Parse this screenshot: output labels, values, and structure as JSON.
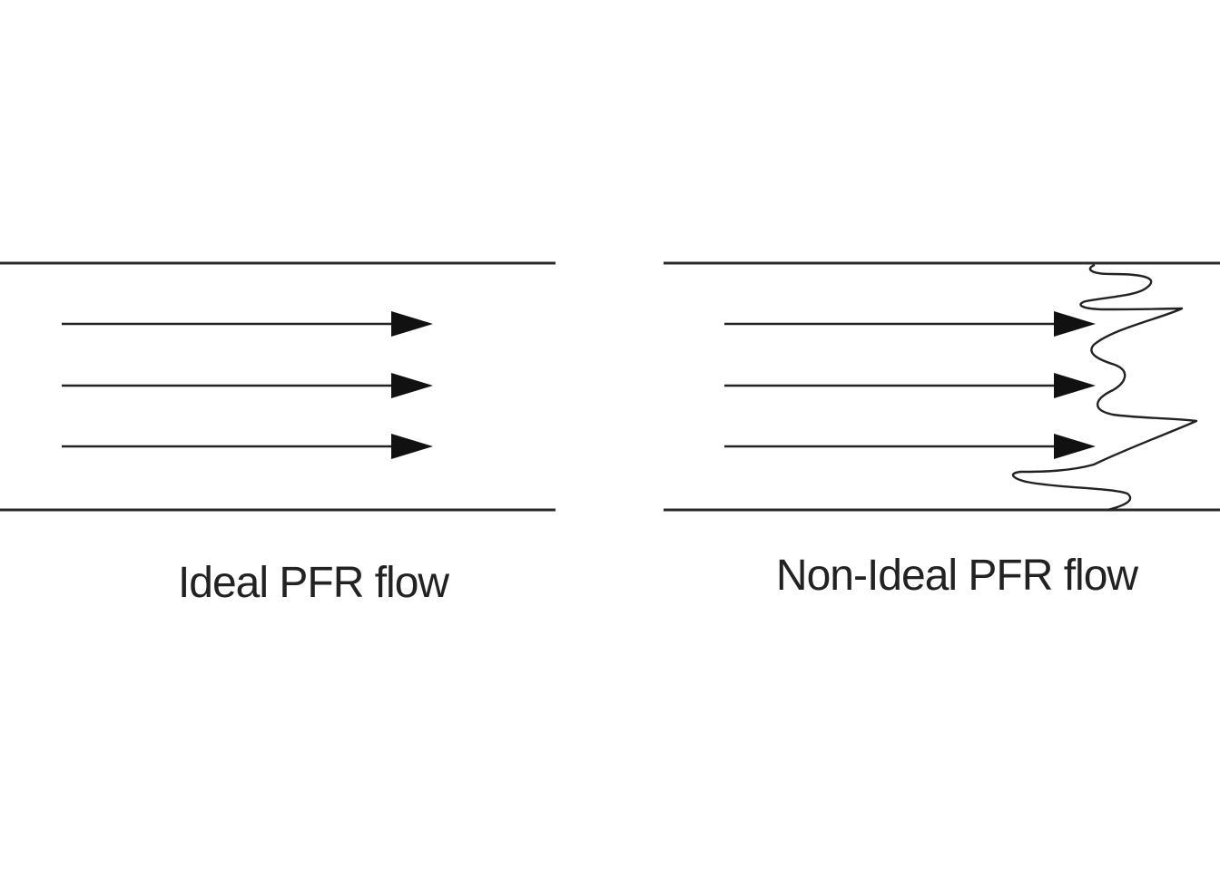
{
  "panels": [
    {
      "id": "ideal",
      "caption": "Ideal PFR flow"
    },
    {
      "id": "non_ideal",
      "caption": "Non-Ideal PFR flow"
    }
  ]
}
